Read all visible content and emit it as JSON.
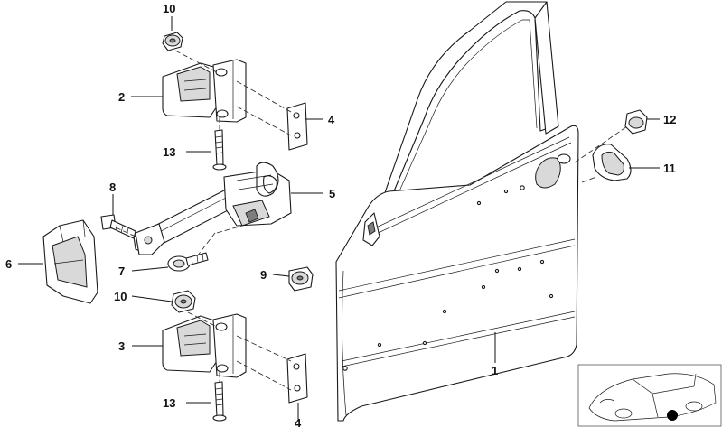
{
  "callouts": [
    {
      "id": "c10a",
      "label": "10"
    },
    {
      "id": "c2",
      "label": "2"
    },
    {
      "id": "c4a",
      "label": "4"
    },
    {
      "id": "c13a",
      "label": "13"
    },
    {
      "id": "c8",
      "label": "8"
    },
    {
      "id": "c5",
      "label": "5"
    },
    {
      "id": "c6",
      "label": "6"
    },
    {
      "id": "c7",
      "label": "7"
    },
    {
      "id": "c9",
      "label": "9"
    },
    {
      "id": "c10b",
      "label": "10"
    },
    {
      "id": "c3",
      "label": "3"
    },
    {
      "id": "c13b",
      "label": "13"
    },
    {
      "id": "c4b",
      "label": "4"
    },
    {
      "id": "c1",
      "label": "1"
    },
    {
      "id": "c12",
      "label": "12"
    },
    {
      "id": "c11",
      "label": "11"
    }
  ],
  "colors": {
    "line": "#1a1a1a",
    "shade": "#d9d9d9",
    "marker": "#000000"
  }
}
